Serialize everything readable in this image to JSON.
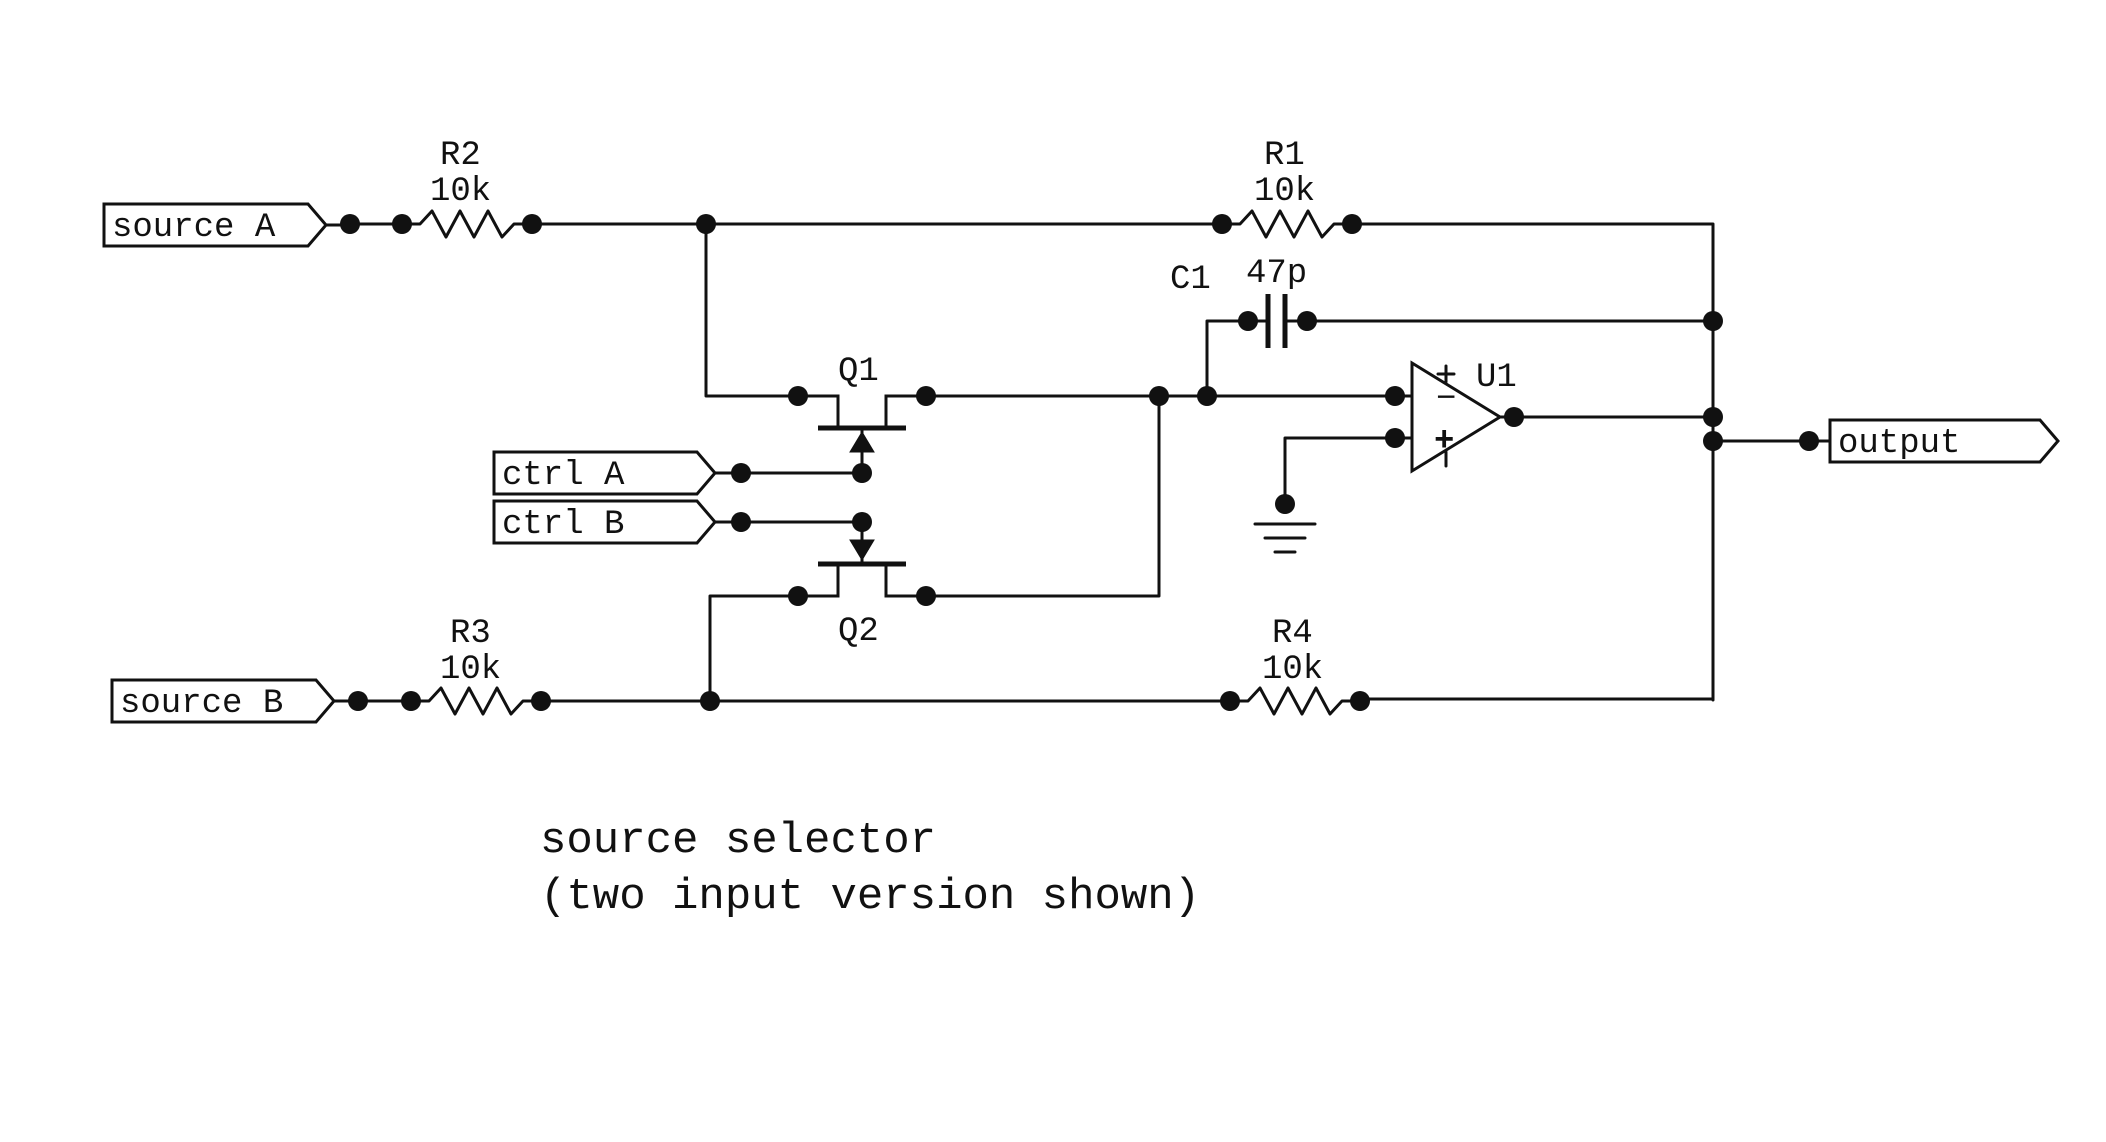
{
  "ports": {
    "source_a": "source A",
    "source_b": "source B",
    "ctrl_a": "ctrl A",
    "ctrl_b": "ctrl B",
    "output": "output"
  },
  "components": {
    "r1": {
      "ref": "R1",
      "value": "10k"
    },
    "r2": {
      "ref": "R2",
      "value": "10k"
    },
    "r3": {
      "ref": "R3",
      "value": "10k"
    },
    "r4": {
      "ref": "R4",
      "value": "10k"
    },
    "c1": {
      "ref": "C1",
      "value": "47p"
    },
    "q1": {
      "ref": "Q1"
    },
    "q2": {
      "ref": "Q2"
    },
    "u1": {
      "ref": "U1",
      "inv_sign": "−",
      "noninv_sign": "+"
    }
  },
  "caption": {
    "line1": "source selector",
    "line2": "(two input version shown)"
  }
}
